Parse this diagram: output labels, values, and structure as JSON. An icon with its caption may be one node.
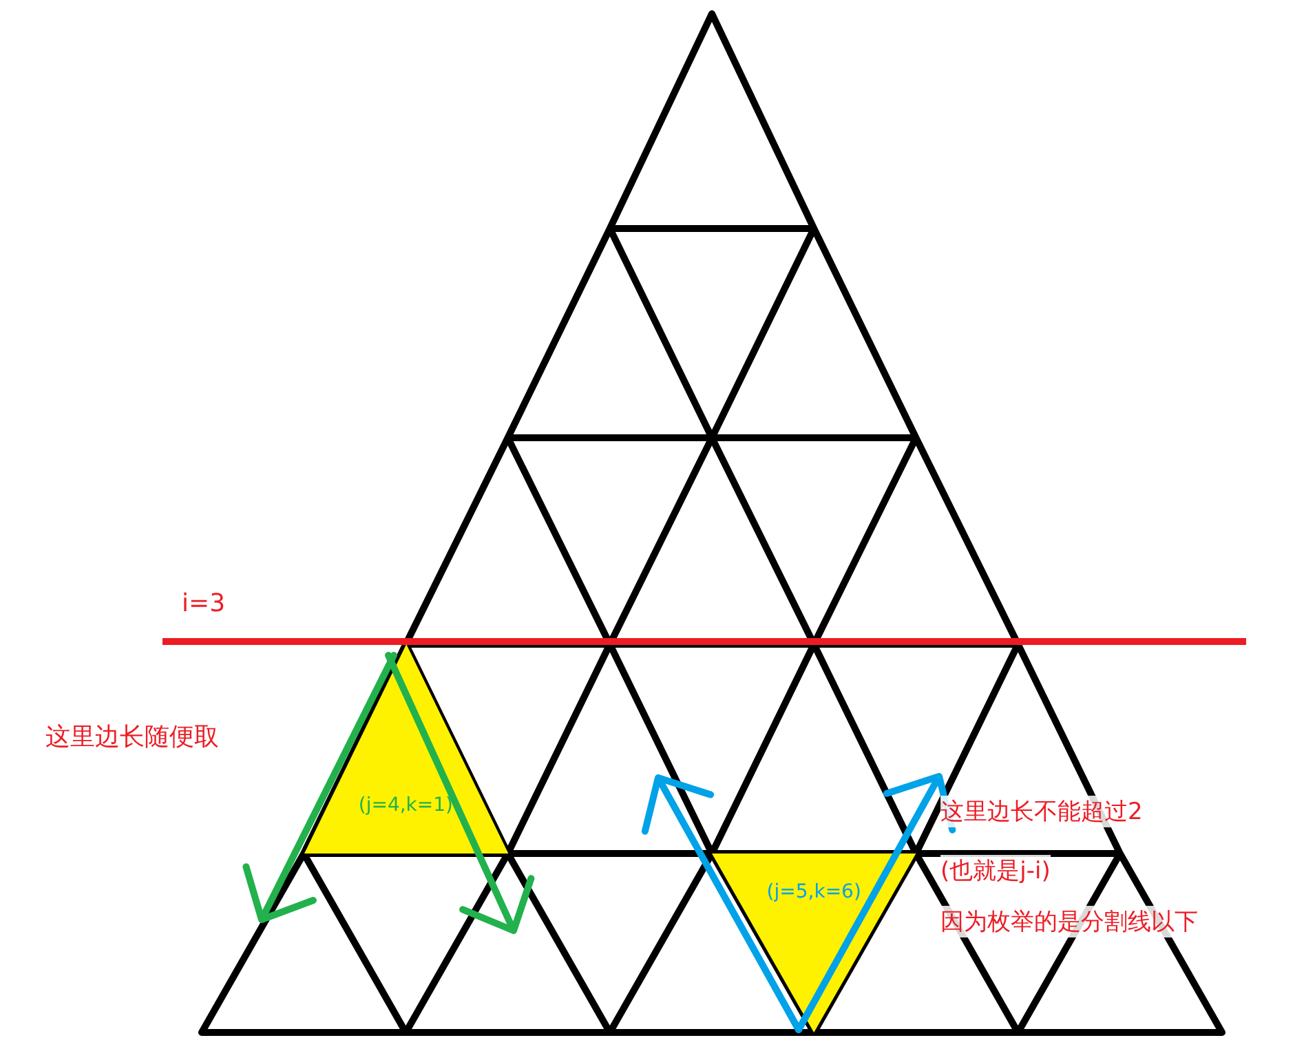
{
  "diagram": {
    "nodes": [
      {
        "text": [
          "(j=4,k=1)"
        ]
      },
      {
        "text": [
          "(j=5,k=6)"
        ]
      }
    ],
    "labels": [
      "i=3",
      "这里边长随便取",
      "这里边长不能超过2",
      "(也就是j-i)",
      "因为枚举的是分割线以下"
    ]
  }
}
